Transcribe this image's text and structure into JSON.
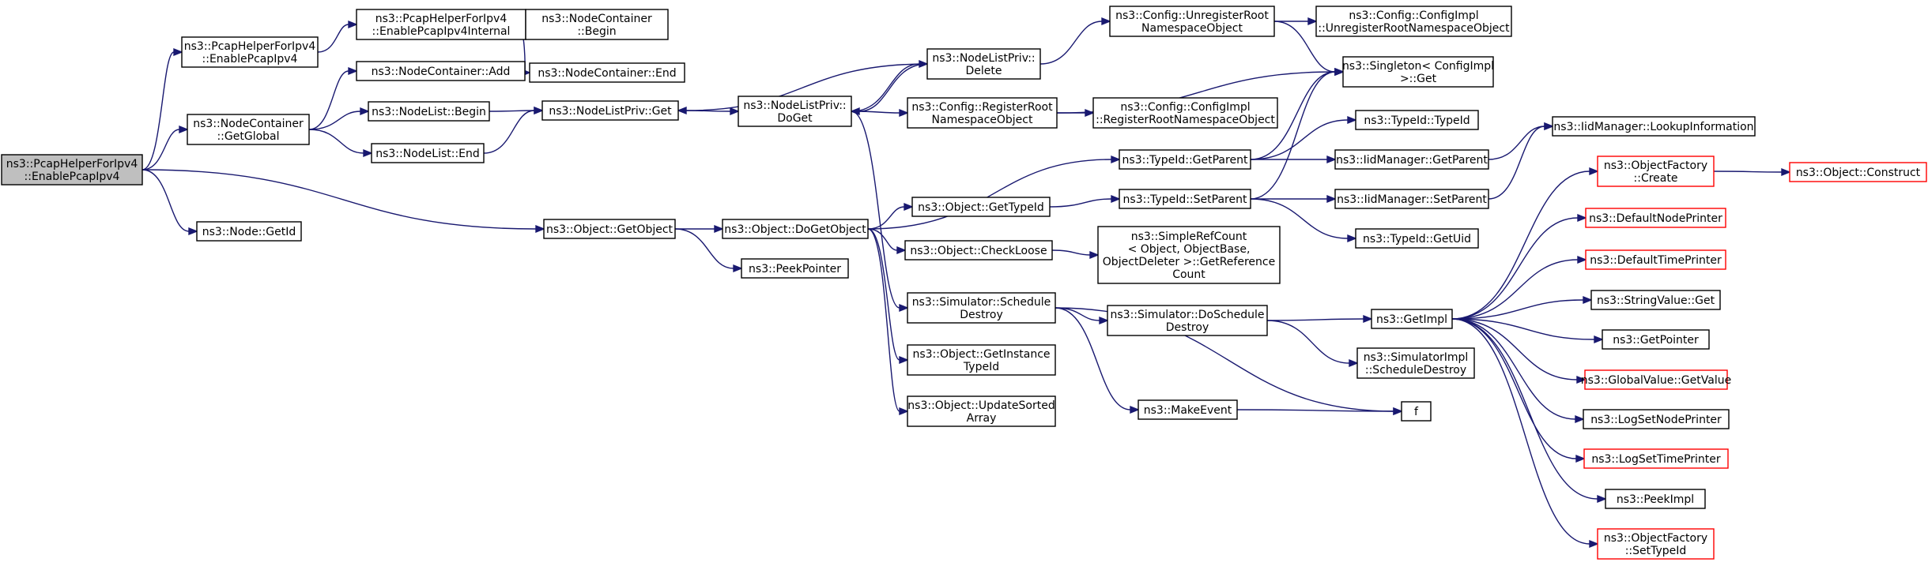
{
  "colors": {
    "edge": "#191970",
    "box_border": "#000000",
    "truncated_border": "#ff0000",
    "root_fill": "#bfbfbf",
    "background": "#ffffff"
  },
  "nodes": [
    {
      "id": "root",
      "lines": [
        "ns3::PcapHelperForIpv4",
        "::EnablePcapIpv4"
      ],
      "root": true
    },
    {
      "id": "enablepcap",
      "lines": [
        "ns3::PcapHelperForIpv4",
        "::EnablePcapIpv4"
      ]
    },
    {
      "id": "internal",
      "lines": [
        "ns3::PcapHelperForIpv4",
        "::EnablePcapIpv4Internal"
      ]
    },
    {
      "id": "getglobal",
      "lines": [
        "ns3::NodeContainer",
        "::GetGlobal"
      ]
    },
    {
      "id": "ncadd",
      "lines": [
        "ns3::NodeContainer::Add"
      ]
    },
    {
      "id": "ncbegin",
      "lines": [
        "ns3::NodeContainer",
        "::Begin"
      ]
    },
    {
      "id": "ncend",
      "lines": [
        "ns3::NodeContainer::End"
      ]
    },
    {
      "id": "nlbegin",
      "lines": [
        "ns3::NodeList::Begin"
      ]
    },
    {
      "id": "nlend",
      "lines": [
        "ns3::NodeList::End"
      ]
    },
    {
      "id": "nlpget",
      "lines": [
        "ns3::NodeListPriv::Get"
      ]
    },
    {
      "id": "nlpdoget",
      "lines": [
        "ns3::NodeListPriv::",
        "DoGet"
      ]
    },
    {
      "id": "nlpdelete",
      "lines": [
        "ns3::NodeListPriv::",
        "Delete"
      ]
    },
    {
      "id": "unregroot",
      "lines": [
        "ns3::Config::UnregisterRoot",
        "NamespaceObject"
      ]
    },
    {
      "id": "implunreg",
      "lines": [
        "ns3::Config::ConfigImpl",
        "::UnregisterRootNamespaceObject"
      ]
    },
    {
      "id": "singleton",
      "lines": [
        "ns3::Singleton< ConfigImpl",
        " >::Get"
      ]
    },
    {
      "id": "regroot",
      "lines": [
        "ns3::Config::RegisterRoot",
        "NamespaceObject"
      ]
    },
    {
      "id": "implreg",
      "lines": [
        "ns3::Config::ConfigImpl",
        "::RegisterRootNamespaceObject"
      ]
    },
    {
      "id": "typeid",
      "lines": [
        "ns3::TypeId::TypeId"
      ]
    },
    {
      "id": "getparent",
      "lines": [
        "ns3::TypeId::GetParent"
      ]
    },
    {
      "id": "iidgetparent",
      "lines": [
        "ns3::IidManager::GetParent"
      ]
    },
    {
      "id": "lookupinfo",
      "lines": [
        "ns3::IidManager::LookupInformation"
      ]
    },
    {
      "id": "nodegetid",
      "lines": [
        "ns3::Node::GetId"
      ]
    },
    {
      "id": "getobject",
      "lines": [
        "ns3::Object::GetObject"
      ]
    },
    {
      "id": "dogetobject",
      "lines": [
        "ns3::Object::DoGetObject"
      ]
    },
    {
      "id": "gettypeid",
      "lines": [
        "ns3::Object::GetTypeId"
      ]
    },
    {
      "id": "setparent",
      "lines": [
        "ns3::TypeId::SetParent"
      ]
    },
    {
      "id": "iidsetparent",
      "lines": [
        "ns3::IidManager::SetParent"
      ]
    },
    {
      "id": "getuid",
      "lines": [
        "ns3::TypeId::GetUid"
      ]
    },
    {
      "id": "peekpointer",
      "lines": [
        "ns3::PeekPointer"
      ]
    },
    {
      "id": "checkloose",
      "lines": [
        "ns3::Object::CheckLoose"
      ]
    },
    {
      "id": "refcount",
      "lines": [
        "ns3::SimpleRefCount",
        "< Object, ObjectBase,",
        " ObjectDeleter >::GetReference",
        "Count"
      ]
    },
    {
      "id": "ofcreate",
      "lines": [
        "ns3::ObjectFactory",
        "::Create"
      ],
      "truncated": true
    },
    {
      "id": "construct",
      "lines": [
        "ns3::Object::Construct"
      ],
      "truncated": true
    },
    {
      "id": "defnodeprinter",
      "lines": [
        "ns3::DefaultNodePrinter"
      ],
      "truncated": true
    },
    {
      "id": "deftimeprinter",
      "lines": [
        "ns3::DefaultTimePrinter"
      ],
      "truncated": true
    },
    {
      "id": "schedestroy",
      "lines": [
        "ns3::Simulator::Schedule",
        "Destroy"
      ]
    },
    {
      "id": "doschedestroy",
      "lines": [
        "ns3::Simulator::DoSchedule",
        "Destroy"
      ]
    },
    {
      "id": "getimpl",
      "lines": [
        "ns3::GetImpl"
      ]
    },
    {
      "id": "stringget",
      "lines": [
        "ns3::StringValue::Get"
      ]
    },
    {
      "id": "getpointer",
      "lines": [
        "ns3::GetPointer"
      ]
    },
    {
      "id": "gvgetvalue",
      "lines": [
        "ns3::GlobalValue::GetValue"
      ],
      "truncated": true
    },
    {
      "id": "getinsttypeid",
      "lines": [
        "ns3::Object::GetInstance",
        "TypeId"
      ]
    },
    {
      "id": "simimplsched",
      "lines": [
        "ns3::SimulatorImpl",
        "::ScheduleDestroy"
      ]
    },
    {
      "id": "logsetnode",
      "lines": [
        "ns3::LogSetNodePrinter"
      ]
    },
    {
      "id": "updatesorted",
      "lines": [
        "ns3::Object::UpdateSorted",
        "Array"
      ]
    },
    {
      "id": "makeevent",
      "lines": [
        "ns3::MakeEvent"
      ]
    },
    {
      "id": "f",
      "lines": [
        "f"
      ]
    },
    {
      "id": "logsettime",
      "lines": [
        "ns3::LogSetTimePrinter"
      ],
      "truncated": true
    },
    {
      "id": "peekimpl",
      "lines": [
        "ns3::PeekImpl"
      ]
    },
    {
      "id": "ofsettypeid",
      "lines": [
        "ns3::ObjectFactory",
        "::SetTypeId"
      ],
      "truncated": true
    }
  ],
  "edges": [
    [
      "root",
      "enablepcap"
    ],
    [
      "root",
      "getglobal"
    ],
    [
      "root",
      "nodegetid"
    ],
    [
      "root",
      "getobject"
    ],
    [
      "enablepcap",
      "internal"
    ],
    [
      "getglobal",
      "ncadd"
    ],
    [
      "getglobal",
      "nlbegin"
    ],
    [
      "getglobal",
      "nlend"
    ],
    [
      "ncadd",
      "ncbegin"
    ],
    [
      "ncadd",
      "ncend"
    ],
    [
      "nlbegin",
      "nlpget"
    ],
    [
      "nlend",
      "nlpget"
    ],
    [
      "nlpget",
      "nlpdoget"
    ],
    [
      "nlpdoget",
      "nlpdelete"
    ],
    [
      "nlpdoget",
      "regroot"
    ],
    [
      "nlpdoget",
      "schedestroy"
    ],
    [
      "nlpdelete",
      "nlpget"
    ],
    [
      "nlpdelete",
      "nlpdoget"
    ],
    [
      "nlpdelete",
      "unregroot"
    ],
    [
      "unregroot",
      "implunreg"
    ],
    [
      "unregroot",
      "singleton"
    ],
    [
      "regroot",
      "singleton"
    ],
    [
      "regroot",
      "implreg"
    ],
    [
      "getobject",
      "dogetobject"
    ],
    [
      "getobject",
      "peekpointer"
    ],
    [
      "dogetobject",
      "getparent"
    ],
    [
      "dogetobject",
      "gettypeid"
    ],
    [
      "dogetobject",
      "checkloose"
    ],
    [
      "dogetobject",
      "getinsttypeid"
    ],
    [
      "dogetobject",
      "updatesorted"
    ],
    [
      "gettypeid",
      "setparent"
    ],
    [
      "getparent",
      "typeid"
    ],
    [
      "getparent",
      "iidgetparent"
    ],
    [
      "getparent",
      "singleton"
    ],
    [
      "setparent",
      "singleton"
    ],
    [
      "setparent",
      "iidsetparent"
    ],
    [
      "setparent",
      "getuid"
    ],
    [
      "iidgetparent",
      "lookupinfo"
    ],
    [
      "iidsetparent",
      "lookupinfo"
    ],
    [
      "checkloose",
      "refcount"
    ],
    [
      "schedestroy",
      "doschedestroy"
    ],
    [
      "schedestroy",
      "makeevent"
    ],
    [
      "schedestroy",
      "f"
    ],
    [
      "doschedestroy",
      "getimpl"
    ],
    [
      "doschedestroy",
      "simimplsched"
    ],
    [
      "makeevent",
      "f"
    ],
    [
      "getimpl",
      "ofcreate"
    ],
    [
      "getimpl",
      "defnodeprinter"
    ],
    [
      "getimpl",
      "deftimeprinter"
    ],
    [
      "getimpl",
      "stringget"
    ],
    [
      "getimpl",
      "getpointer"
    ],
    [
      "getimpl",
      "gvgetvalue"
    ],
    [
      "getimpl",
      "logsetnode"
    ],
    [
      "getimpl",
      "logsettime"
    ],
    [
      "getimpl",
      "peekimpl"
    ],
    [
      "getimpl",
      "ofsettypeid"
    ],
    [
      "ofcreate",
      "construct"
    ]
  ]
}
